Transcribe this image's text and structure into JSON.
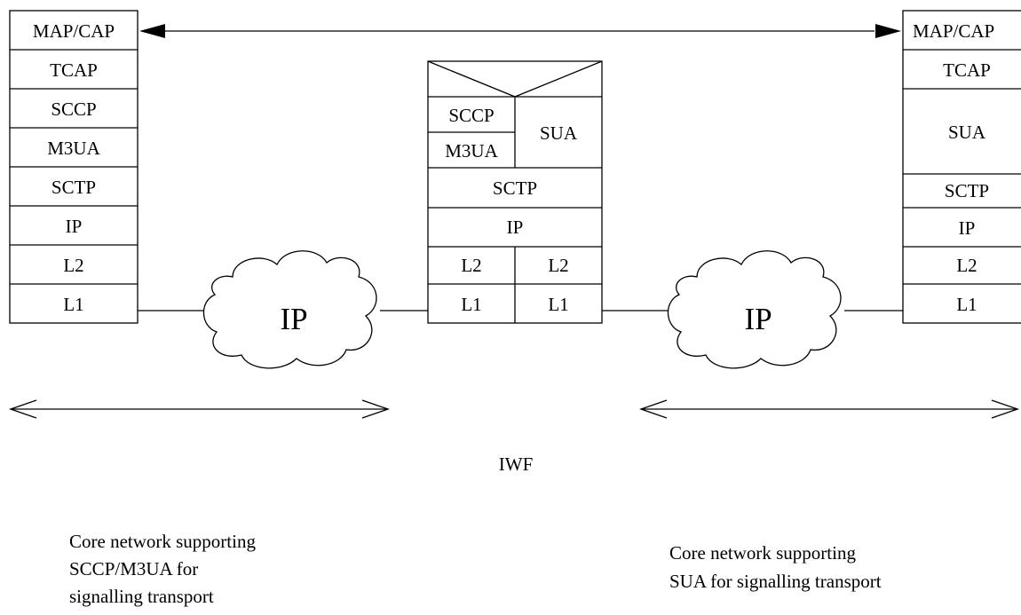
{
  "left_stack": {
    "layers": [
      "MAP/CAP",
      "TCAP",
      "SCCP",
      "M3UA",
      "SCTP",
      "IP",
      "L2",
      "L1"
    ]
  },
  "iwf_stack": {
    "sccp": "SCCP",
    "m3ua": "M3UA",
    "sua": "SUA",
    "sctp": "SCTP",
    "ip": "IP",
    "l2_left": "L2",
    "l2_right": "L2",
    "l1_left": "L1",
    "l1_right": "L1"
  },
  "right_stack": {
    "map_cap": "MAP/CAP",
    "tcap": "TCAP",
    "sua": "SUA",
    "sctp": "SCTP",
    "ip": "IP",
    "l2": "L2",
    "l1": "L1"
  },
  "clouds": {
    "left": "IP",
    "right": "IP"
  },
  "labels": {
    "iwf": "IWF",
    "left_caption": [
      "Core network supporting",
      "SCCP/M3UA for",
      "signalling transport"
    ],
    "right_caption": [
      "Core network supporting",
      "SUA for signalling transport"
    ]
  }
}
